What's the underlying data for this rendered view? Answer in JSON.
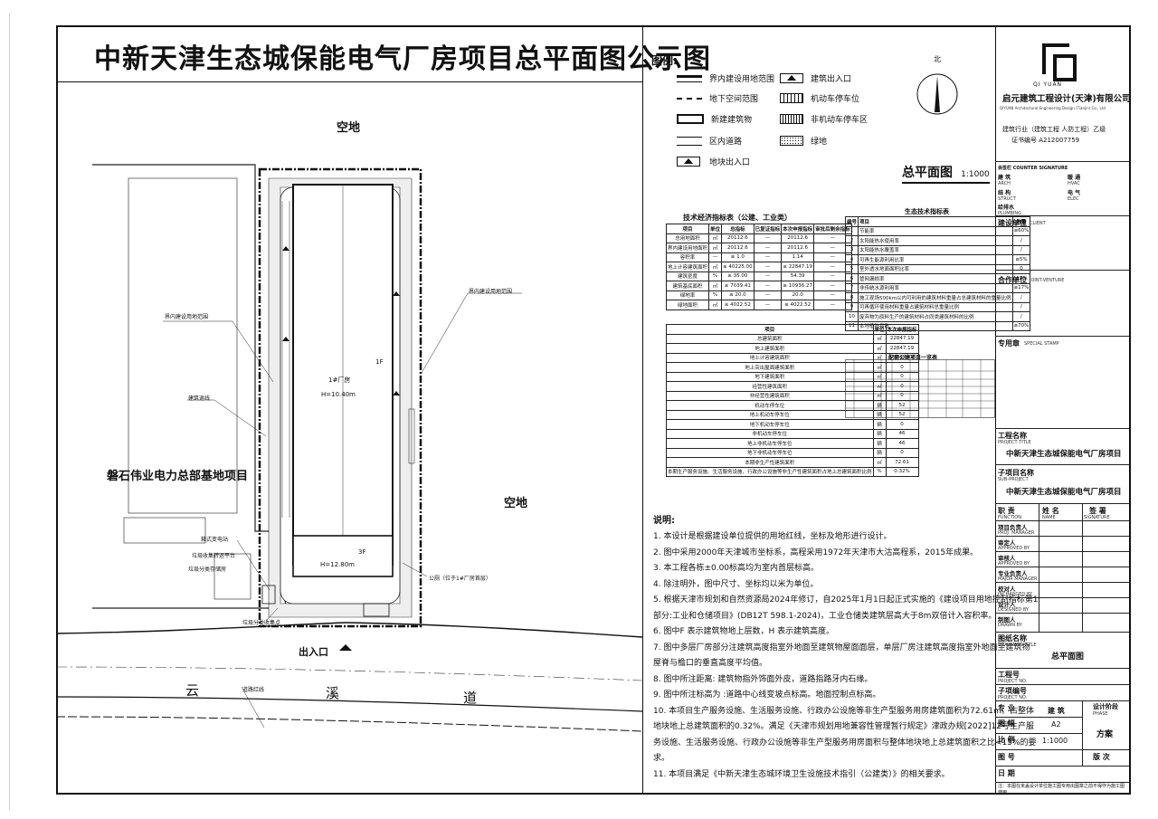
{
  "title": "中新天津生态城保能电气厂房项目总平面图公示图",
  "site": {
    "empty_top": "空地",
    "empty_right": "空地",
    "neighbor": "磐石伟业电力总部基地项目",
    "entrance": "出入口",
    "road": [
      "云",
      "溪",
      "道"
    ],
    "building_1": "1#厂房",
    "height_1": "H=10.40m",
    "floor_1f": "1F",
    "floor_3f": "3F",
    "height_3": "H=12.80m",
    "annot_left_top": "界内建设用地范围",
    "annot_right_top": "界内建设用地范围",
    "annot_red_line": "建筑退线",
    "annot_substation": "箱式变电站",
    "annot_platform": "垃圾收集转运平台",
    "annot_storage": "垃圾分类存储房",
    "annot_toilet": "公厕（位于1#厂房首层）",
    "annot_cover": "垃圾分类收集点",
    "annot_road_line": "道路红线"
  },
  "legend": {
    "heading": "图例:",
    "items": [
      "界内建设用地范围",
      "建筑出入口",
      "地下空间范围",
      "机动车停车位",
      "新建建筑物",
      "非机动车停车区",
      "区内道路",
      "绿地",
      "地块出入口"
    ]
  },
  "compass": {
    "north": "北"
  },
  "plan_label": {
    "name": "总平面图",
    "scale": "1:1000"
  },
  "econ": {
    "title": "技术经济指标表（公建、工业类）",
    "header": [
      "项目",
      "单位",
      "总指标",
      "已复证指标",
      "本次申报指标",
      "审批后剩余指标"
    ],
    "rows": [
      [
        "总用地面积",
        "㎡",
        "20112.6",
        "—",
        "20112.6",
        "—"
      ],
      [
        "界内建设用地面积",
        "㎡",
        "20112.6",
        "—",
        "20112.6",
        "—"
      ],
      [
        "容积率",
        "—",
        "≥ 1.0",
        "—",
        "1.14",
        "—"
      ],
      [
        "地上计容建筑面积",
        "㎡",
        "≤ 40225.00",
        "—",
        "≤ 22847.19",
        "—"
      ],
      [
        "建筑密度",
        "%",
        "≥ 35.00",
        "—",
        "54.39",
        "—"
      ],
      [
        "建筑基底面积",
        "㎡",
        "≥ 7039.41",
        "—",
        "≥ 10936.27",
        "—"
      ],
      [
        "绿地率",
        "%",
        "≤ 20.0",
        "—",
        "20.0",
        "—"
      ],
      [
        "绿地面积",
        "㎡",
        "≤ 4022.52",
        "—",
        "≤ 4022.52",
        "—"
      ]
    ],
    "header2": [
      "项目",
      "单位",
      "本次申报指标"
    ],
    "rows2": [
      [
        "总建筑面积",
        "㎡",
        "22847.19"
      ],
      [
        "地上建筑面积",
        "㎡",
        "22847.19"
      ],
      [
        "地上计容建筑面积",
        "㎡",
        "22847.19"
      ],
      [
        "地上突出屋面建筑面积",
        "㎡",
        "0"
      ],
      [
        "地下建筑面积",
        "㎡",
        "0"
      ],
      [
        "经营性建筑面积",
        "㎡",
        "0"
      ],
      [
        "非经营性建筑面积",
        "㎡",
        "0"
      ],
      [
        "机动车停车位",
        "辆",
        "52"
      ],
      [
        "地上机动车停车位",
        "辆",
        "52"
      ],
      [
        "地下机动车停车位",
        "辆",
        "0"
      ],
      [
        "非机动车停车位",
        "辆",
        "46"
      ],
      [
        "地上非机动车停车位",
        "辆",
        "46"
      ],
      [
        "地下非机动车停车位",
        "辆",
        "0"
      ],
      [
        "本期非生产性建筑面积",
        "㎡",
        "72.61"
      ],
      [
        "本期生产服务设施、生活服务设施、行政办公设施等非生产性建筑面积占地上总建筑面积比例",
        "%",
        "0.32%"
      ]
    ]
  },
  "eco": {
    "title": "生态技术指标表",
    "header": [
      "编号",
      "项目",
      "数量"
    ],
    "rows": [
      [
        "1",
        "节能率",
        "≥60%"
      ],
      [
        "2",
        "太阳能热水使用率",
        "/"
      ],
      [
        "3",
        "太阳能热水覆盖率",
        "/"
      ],
      [
        "4",
        "可再生能源利用比率",
        "≥5%"
      ],
      [
        "5",
        "室外透水地面面积比率",
        "0"
      ],
      [
        "6",
        "管网漏损率",
        "≤5%"
      ],
      [
        "7",
        "非传统水源利用率",
        "≥17%"
      ],
      [
        "8",
        "施工现场500km以内可利用的建筑材料重量占总建筑材料的重量比例",
        "/"
      ],
      [
        "9",
        "可再循环使用材料重量占建筑材料总重量比例",
        "/"
      ],
      [
        "10",
        "废弃物为原料生产的建筑材料占同类建筑材料的比例",
        "/"
      ],
      [
        "11",
        "本地植物指数",
        "≥70%"
      ]
    ]
  },
  "facility": {
    "title": "配套公建项目一览表"
  },
  "notes": {
    "heading": "说明:",
    "items": [
      "1. 本设计是根据建设单位提供的用地红线，坐标及地形进行设计。",
      "2. 图中采用2000年天津城市坐标系，高程采用1972年天津市大沽高程系，2015年成果。",
      "3. 本工程各栋±0.00标高均为室内首层标高。",
      "4. 除注明外，图中尺寸、坐标均以米为单位。",
      "5. 根据天津市规划和自然资源局2024年修订，自2025年1月1日起正式实施的《建设项目用地控制指标第1",
      "部分:工业和仓储项目》(DB12T 598.1-2024)，工业仓储类建筑层高大于8m双倍计入容积率。",
      "6. 图中F 表示建筑物地上层数，H 表示建筑高度。",
      "7. 图中多层厂房部分注建筑高度指室外地面至建筑物屋面面层，单层厂房注建筑高度指室外地面至建筑物",
      "屋脊与檐口的垂直高度平均值。",
      "8. 图中所注距离: 建筑物指外饰面外皮，道路指路牙内石缘。",
      "9. 图中所注标高为 :道路中心线变坡点标高。地面控制点标高。",
      "10. 本项目生产服务设施、生活服务设施、行政办公设施等非生产型服务用房建筑面积为72.61㎡。占整体",
      "地块地上总建筑面积的0.32%。满足《天津市规划用地兼容性管理暂行规定》津政办规[2022]12号生产服",
      "务设施、生活服务设施、行政办公设施等非生产型服务用房面积与整体地块地上总建筑面积之比<15%的要",
      "求。",
      "11. 本项目满足《中新天津生态城环境卫生设施技术指引（公建类）》的相关要求。"
    ]
  },
  "titleblock": {
    "company": "启元建筑工程设计(天津)有限公司",
    "company_en": "QIYUAN Architectural Engineering Design (Tianjin) Co., Ltd",
    "brand": "QI YUAN",
    "qualification": "建筑行业（建筑工程  人防工程）乙级",
    "cert": "证书编号  A212007759",
    "countersign": "会签栏  COUNTER SIGNATURE",
    "cs": [
      "建 筑",
      "暖 通",
      "结 构",
      "电 气",
      "给排水"
    ],
    "cs_en": [
      "ARCH",
      "HVAC",
      "STRUCT",
      "ELEC",
      "PLUMBING"
    ],
    "client": "建设单位",
    "client_en": "CLIENT",
    "joint": "合作单位",
    "joint_en": "JOINT-VENTURE",
    "stamp": "专用章",
    "stamp_en": "SPECIAL STAMP",
    "project_title": "工程名称",
    "project_title_en": "PROJECT TITLE",
    "project_name": "中新天津生态城保能电气厂房项目",
    "sub_title": "子项目名称",
    "sub_title_en": "SUB-PROJECT",
    "sub_name": "中新天津生态城保能电气厂房项目",
    "staff_head": [
      "职 责",
      "姓 名",
      "签 署"
    ],
    "staff_head_en": [
      "FUNCTION",
      "NAME",
      "SIGNATURE"
    ],
    "staff": [
      "项目负责人",
      "审定人",
      "审核人",
      "专业负责人",
      "校对人",
      "设计人",
      "制图人"
    ],
    "staff_en": [
      "PROJ. MANAGER",
      "APPROVED BY",
      "APPROVED BY",
      "MAJOR MANAGER",
      "INCHARGED BY",
      "DESIGNED BY",
      "DRAWN BY"
    ],
    "drawing_title": "图纸名称",
    "drawing_title_en": "DRAWINGS TITLE",
    "drawing_name": "总平面图",
    "proj_no": "工程号",
    "proj_no_en": "PROJECT NO.",
    "sub_no": "子项编号",
    "sub_no_en": "PROJECT NO.",
    "discipline": "专 业",
    "discipline_val": "建 筑",
    "phase": "设计阶段",
    "phase_en": "PHASE",
    "size": "图 幅",
    "size_val": "A2",
    "phase_val": "方案",
    "scale": "比 例",
    "scale_val": "1:1000",
    "drawing_no": "图 号",
    "rev": "版 次",
    "date": "日 期",
    "footnote": "注：本图在未盖设计单位施工图专用出图章之前不得作为施工图使用"
  }
}
